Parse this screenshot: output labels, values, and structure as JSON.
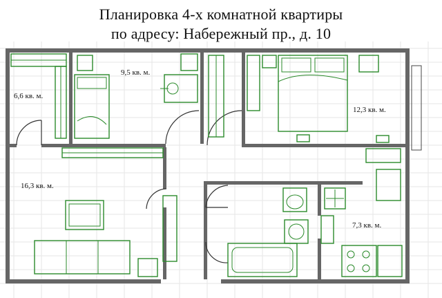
{
  "title": {
    "line1": "Планировка 4-х комнатной квартиры",
    "line2": "по адресу: Набережный пр., д. 10"
  },
  "rooms": [
    {
      "id": "room-small",
      "area": "6,6 кв. м."
    },
    {
      "id": "room-bedroom-2",
      "area": "9,5 кв. м."
    },
    {
      "id": "room-master-bedroom",
      "area": "12,3 кв. м."
    },
    {
      "id": "room-living",
      "area": "16,3 кв. м."
    },
    {
      "id": "room-kitchen",
      "area": "7,3 кв. м."
    }
  ],
  "colors": {
    "wall": "#555555",
    "furniture": "#2a8a2a",
    "grid": "#e6e6e6"
  }
}
